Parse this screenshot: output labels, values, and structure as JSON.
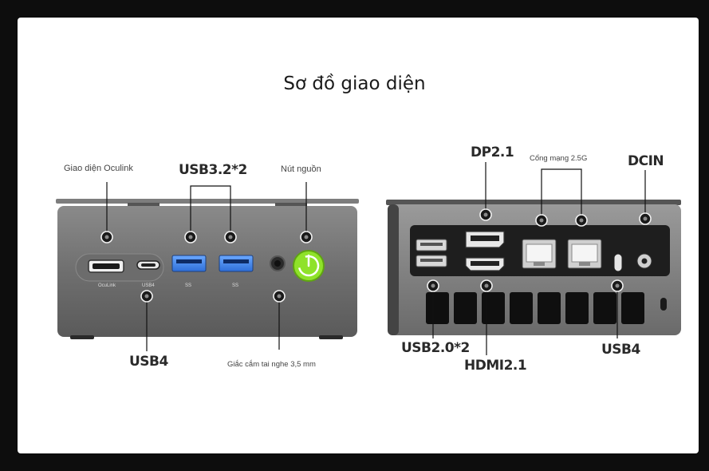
{
  "title": "Sơ đồ giao diện",
  "front": {
    "oculink_label": "Giao diện Oculink",
    "usb32_label": "USB3.2*2",
    "power_label": "Nút nguồn",
    "usb4_label": "USB4",
    "audio_label": "Giắc cắm tai nghe 3,5 mm",
    "port_oculink_text": "OcuLink",
    "port_usb4_text": "USB4",
    "port_ss_text": "SS",
    "power_color": "#8fe22a"
  },
  "back": {
    "dp_label": "DP2.1",
    "lan_label": "Cổng mạng 2.5G",
    "dcin_label": "DCIN",
    "usb20_label": "USB2.0*2",
    "hdmi_label": "HDMI2.1",
    "usb4_label": "USB4"
  }
}
